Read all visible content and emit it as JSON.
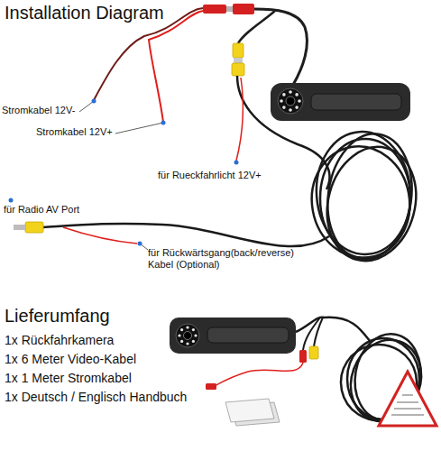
{
  "diagram": {
    "title": "Installation Diagram",
    "labels": [
      "Stromkabel 12V-",
      "Stromkabel 12V+",
      "für Rueckfahrlicht 12V+",
      "für Radio AV Port",
      "für Rückwärtsgang(back/reverse) Kabel (Optional)",
      "Lieferumfang",
      "1x Rückfahrkamera",
      "1x 6 Meter Video-Kabel",
      "1x 1 Meter Stromkabel",
      "1x Deutsch / Englisch Handbuch"
    ]
  }
}
